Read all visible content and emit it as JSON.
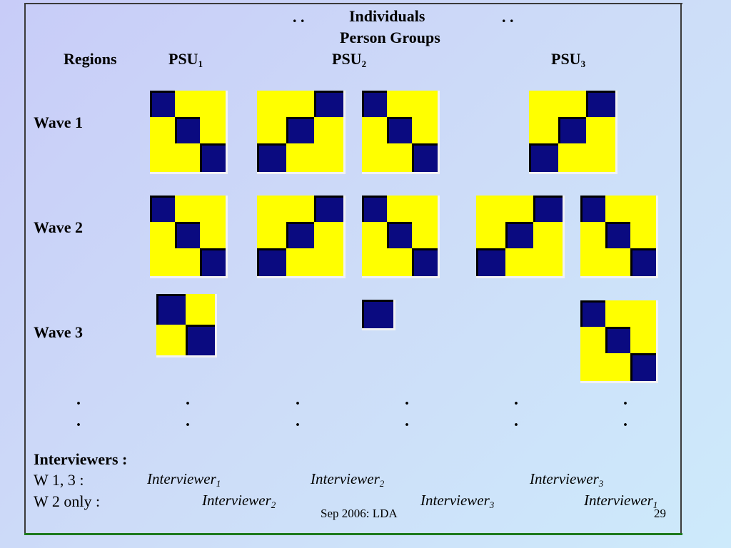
{
  "header": {
    "dots_left": ". .",
    "individuals": "Individuals",
    "dots_right": ". .",
    "person_groups": "Person Groups",
    "regions": "Regions",
    "psu1": "PSU",
    "psu1_sub": "1",
    "psu2": "PSU",
    "psu2_sub": "2",
    "psu3": "PSU",
    "psu3_sub": "3"
  },
  "waves": [
    {
      "label": "Wave 1"
    },
    {
      "label": "Wave 2"
    },
    {
      "label": "Wave 3"
    }
  ],
  "ellipsis_dot": ".",
  "interviewers": {
    "title": "Interviewers :",
    "w13_label": "W 1, 3 :",
    "w2_label": "W 2 only :",
    "w13": [
      {
        "name": "Interviewer",
        "sub": "1"
      },
      {
        "name": "Interviewer",
        "sub": "2"
      },
      {
        "name": "Interviewer",
        "sub": "3"
      }
    ],
    "w2": [
      {
        "name": "Interviewer",
        "sub": "2"
      },
      {
        "name": "Interviewer",
        "sub": "3"
      },
      {
        "name": "Interviewer",
        "sub": "1"
      }
    ]
  },
  "footer": {
    "date": "Sep 2006: LDA",
    "page": "29"
  },
  "colors": {
    "cell_fill": "#ffff00",
    "block_fill": "#0a0a80"
  },
  "matrices": [
    {
      "wave": 1,
      "psu": 1,
      "pattern": "diag-3"
    },
    {
      "wave": 1,
      "psu": 2,
      "pattern": "anti-3"
    },
    {
      "wave": 1,
      "psu": 2,
      "pattern": "diag-3"
    },
    {
      "wave": 1,
      "psu": 3,
      "pattern": "anti-3"
    },
    {
      "wave": 2,
      "psu": 1,
      "pattern": "diag-3"
    },
    {
      "wave": 2,
      "psu": 2,
      "pattern": "anti-3"
    },
    {
      "wave": 2,
      "psu": 2,
      "pattern": "diag-3"
    },
    {
      "wave": 2,
      "psu": 3,
      "pattern": "anti-3"
    },
    {
      "wave": 2,
      "psu": 3,
      "pattern": "diag-3"
    },
    {
      "wave": 3,
      "psu": 1,
      "pattern": "diag-2"
    },
    {
      "wave": 3,
      "psu": 2,
      "pattern": "single"
    },
    {
      "wave": 3,
      "psu": 3,
      "pattern": "diag-3"
    }
  ]
}
